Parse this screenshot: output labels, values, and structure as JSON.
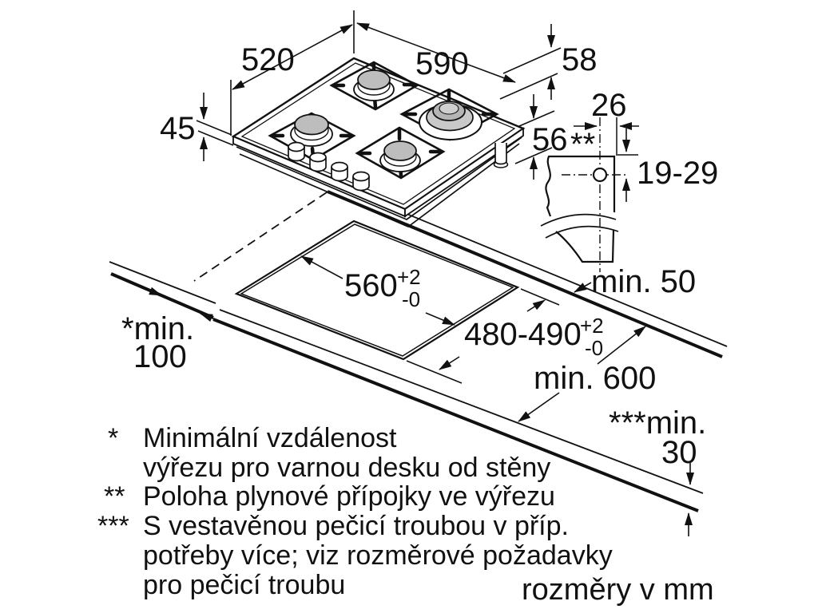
{
  "dims": {
    "d520": "520",
    "d590": "590",
    "d58": "58",
    "d45": "45",
    "d56": "56",
    "d26": "26",
    "gas_marker": "**",
    "d19_29": "19-29",
    "min50": "min. 50",
    "d560": "560",
    "d560_tol_plus": "+2",
    "d560_tol_minus": "-0",
    "d480": "480-490",
    "d480_tol_plus": "+2",
    "d480_tol_minus": "-0",
    "min600": "min. 600",
    "min100_a": "*min.",
    "min100_b": "100",
    "min30_a": "***min.",
    "min30_b": "30"
  },
  "footnotes": [
    {
      "marker": "*",
      "lines": [
        "Minimální vzdálenost",
        "výřezu pro varnou desku od stěny"
      ]
    },
    {
      "marker": "**",
      "lines": [
        "Poloha plynové přípojky ve výřezu"
      ]
    },
    {
      "marker": "***",
      "lines": [
        "S vestavěnou pečicí troubou v příp.",
        "potřeby více; viz rozměrové požadavky",
        "pro pečicí troubu"
      ]
    }
  ],
  "units_note": "rozměry v mm",
  "colors": {
    "line": "#111111",
    "burner_cap": "#bdbdbd",
    "burner_mid": "#c9c9c9",
    "wok_cap": "#b5b5b5"
  }
}
